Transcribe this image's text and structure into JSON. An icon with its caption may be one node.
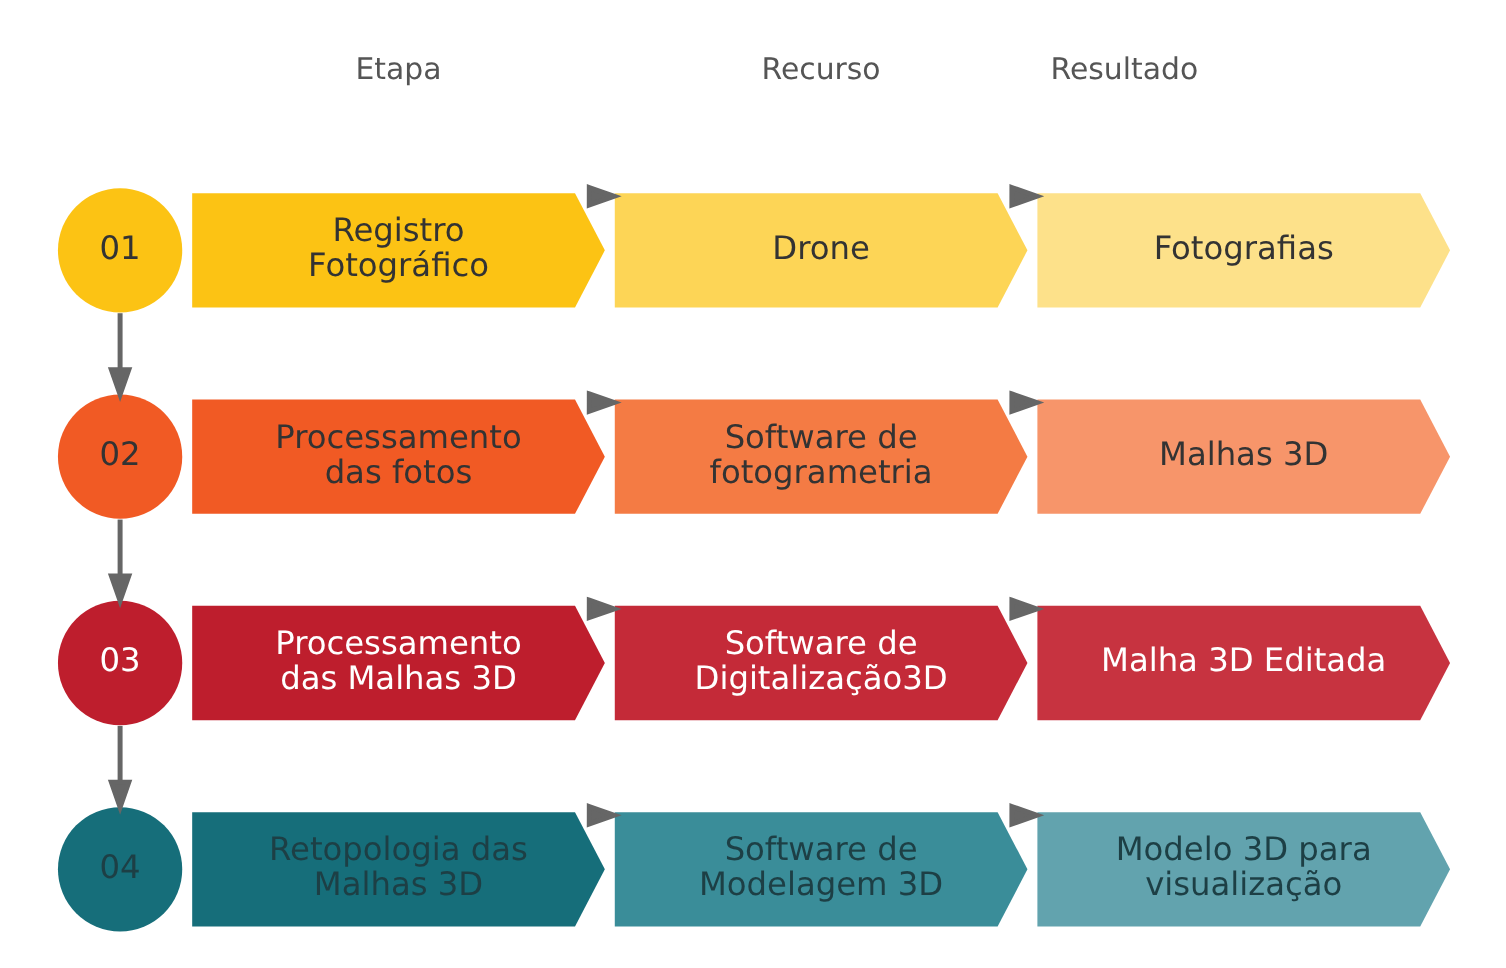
{
  "diagram": {
    "nodes": [
      {
        "text": [
          "01"
        ]
      },
      {
        "text": [
          "Registro Fotográfico"
        ]
      },
      {
        "text": [
          "Drone"
        ]
      },
      {
        "text": [
          "Fotografias"
        ]
      },
      {
        "text": [
          "02"
        ]
      },
      {
        "text": [
          "Processamento das fotos"
        ]
      },
      {
        "text": [
          "Software de fotogrametria"
        ]
      },
      {
        "text": [
          "Malhas 3D"
        ]
      },
      {
        "text": [
          "03"
        ]
      },
      {
        "text": [
          "Processamento das Malhas 3D"
        ]
      },
      {
        "text": [
          "Software de Digitalização3D"
        ]
      },
      {
        "text": [
          "Malha 3D Editada"
        ]
      },
      {
        "text": [
          "04"
        ]
      },
      {
        "text": [
          "Retopologia das Malhas 3D"
        ]
      },
      {
        "text": [
          "Software de Modelagem 3D"
        ]
      },
      {
        "text": [
          "Modelo 3D para visualização"
        ]
      }
    ],
    "edges": [
      {
        "from": 1,
        "to": 2,
        "arrow": "to"
      },
      {
        "from": 2,
        "to": 3,
        "arrow": "to"
      },
      {
        "from": 0,
        "to": 4,
        "arrow": "to"
      },
      {
        "from": 5,
        "to": 6,
        "arrow": "to"
      },
      {
        "from": 6,
        "to": 7,
        "arrow": "to"
      },
      {
        "from": 4,
        "to": 8,
        "arrow": "to"
      },
      {
        "from": 9,
        "to": 10,
        "arrow": "to"
      },
      {
        "from": 10,
        "to": 11,
        "arrow": "to"
      },
      {
        "from": 8,
        "to": 12,
        "arrow": "to"
      },
      {
        "from": 13,
        "to": 14,
        "arrow": "to"
      },
      {
        "from": 14,
        "to": 15,
        "arrow": "to"
      }
    ],
    "labels": [
      "Etapa",
      "Recurso",
      "Resultado"
    ]
  }
}
